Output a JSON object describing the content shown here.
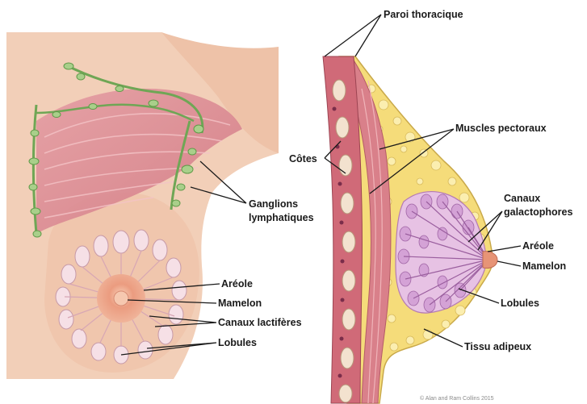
{
  "labels": {
    "paroi_thoracique": "Paroi thoracique",
    "muscles_pectoraux": "Muscles pectoraux",
    "cotes": "Côtes",
    "ganglions_line1": "Ganglions",
    "ganglions_line2": "lymphatiques",
    "canaux_galacto_line1": "Canaux",
    "canaux_galacto_line2": "galactophores",
    "areole_right": "Aréole",
    "mamelon_right": "Mamelon",
    "lobules_right": "Lobules",
    "tissu_adipeux": "Tissu adipeux",
    "areole_left": "Aréole",
    "mamelon_left": "Mamelon",
    "canaux_lactiferes": "Canaux lactifères",
    "lobules_left": "Lobules"
  },
  "credit": "© Alan and Ram Collins 2015",
  "colors": {
    "skin": "#f2cfb8",
    "skin_shade": "#e4b499",
    "muscle": "#d9808a",
    "muscle_light": "#eaa4aa",
    "fat": "#f5dc7a",
    "fat_cell": "#fbeeb0",
    "gland": "#c88ac8",
    "gland_light": "#e7c2e4",
    "lymph": "#8fc070",
    "areola": "#e79476",
    "rib": "#f3e2cf",
    "text": "#1a1a1a"
  }
}
